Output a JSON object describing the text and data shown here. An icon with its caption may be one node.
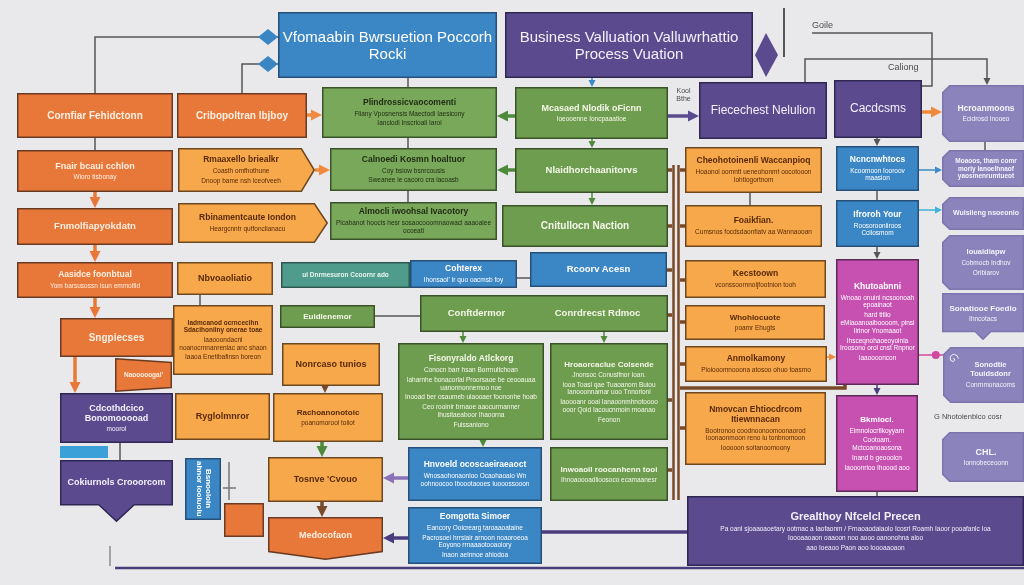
{
  "diagram": {
    "nodes": [
      {
        "text": [
          "Vfomaabin Bwrsuetion Poccorh Rocki"
        ]
      },
      {
        "text": [
          "Business Valluation Valluwrhattio Process Vuation"
        ]
      },
      {
        "text": [
          "Cornfiar Fehidctonn"
        ]
      },
      {
        "text": [
          "Cribopoltran Ibjboy"
        ]
      },
      {
        "text": [
          "Plindrossicvaocomenti",
          "Fliany Vposnensis Maectodi Iaesicony",
          "Ianciodi Inscrioali Iaroi"
        ]
      },
      {
        "text": [
          "Mcasaed Nlodik oFicnn",
          "Ioeooenne Ioncpaaatioe"
        ]
      },
      {
        "text": [
          "Fiecechest Nelulion"
        ]
      },
      {
        "text": [
          "Cacdcsms"
        ]
      },
      {
        "text": [
          "Hcroanmoons",
          "Ecidrosd Inooeo"
        ]
      },
      {
        "text": [
          "Fnair bcaui cchlon",
          "Wioro tisbonay"
        ]
      },
      {
        "text": [
          "Rmaaxello briealkr",
          "Coasth omfhothune",
          "Dnoop bame nsh Iceofveeh"
        ]
      },
      {
        "text": [
          "Calnoedi Kosmn hoaltuor",
          "Coy bsiow bsnrcousis",
          "Sweanee ie cacoro cra lacoasb"
        ]
      },
      {
        "text": [
          "Nlaidhorchaanitorvs"
        ]
      },
      {
        "text": [
          "Cheohotoinenli Waccanpioq",
          "Hoaonol oomntt ueneohonmt oocotooon Iohtiogortnom"
        ]
      },
      {
        "text": [
          "Ncncnwhtocs",
          "Kcoomoon Iooroov maasion"
        ]
      },
      {
        "text": [
          "Moaoos, tham comr moriy Ianoelhnaof yaosmenrumtueot"
        ]
      },
      {
        "text": [
          "Fnmolfiapyokdatn"
        ]
      },
      {
        "text": [
          "Rbinamentcaute Iondon",
          "Heargcnntr qutfonclianacu"
        ]
      },
      {
        "text": [
          "Almocli iwoohsal Ivacotory",
          "Plcabanot hoocis hesr sosaocooomnaowacl aaaoalee ocoeatl"
        ]
      },
      {
        "text": [
          "Cnitullocn Naction"
        ]
      },
      {
        "text": [
          "Foaikfian.",
          "Cumsnos focdsdaonfiatv aa Wannaooan"
        ]
      },
      {
        "text": [
          "Ifroroh Your",
          "Roosorooniiroos Ccilosmom"
        ]
      },
      {
        "text": [
          "Wuisiieng nsoeonio"
        ]
      },
      {
        "text": [
          "Aasidce foonbtual",
          "Yom barsusossn Isun emmolfid"
        ]
      },
      {
        "text": [
          "Nbvoaoliatio"
        ]
      },
      {
        "text": [
          "ui Dnrmesuron Ccoornr ado"
        ]
      },
      {
        "text": [
          "Cohterex",
          "Ihonsaol' Ir quo oacmsb foy"
        ]
      },
      {
        "text": [
          "Rcoorv Acesn"
        ]
      },
      {
        "text": [
          "Kecstoown",
          "vconssoornnoijfootnion tooh"
        ]
      },
      {
        "text": [
          "Khutoabnni",
          "Wnoao onuinl ncsoonoah epoainaot",
          "hard titiio eMiaoanoaiboooom, pinsi Iirinor Ynomaaot",
          "Ihsceqnohaoeoyoinia Iroosono orol cnst Rnpnor",
          "Iaaooooncon"
        ]
      },
      {
        "text": [
          "Iouaidiapw",
          "Cobmocb Indhov",
          "Oribiarov"
        ]
      },
      {
        "text": [
          "Sngpiecses"
        ]
      },
      {
        "text": [
          "Iadmcanod ocrnceclhn Sdacihoniiny onerae toae",
          "Iaaooondacnl noanocrnnanrenlac anc shaon",
          "Iaaoa Enetibafinsn boreon"
        ]
      },
      {
        "text": [
          "Naooooogai'"
        ]
      },
      {
        "text": [
          "Euidlenemor"
        ]
      },
      {
        "text": [
          "Conftdermor",
          "Conrdrecst Rdmoc"
        ]
      },
      {
        "text": [
          "Nonrcaso tunios"
        ]
      },
      {
        "text": [
          "Fisonyraldo Atlckorg",
          "Conocn barr hsan Borrnultchoan",
          "Iaharnhe bonacorlal Proorsaoe be ceooauaa uanonnonnemoo noe",
          "Inooad ber osaumeb ulaooaer foononhe hoab",
          "Ceo rooinir brnaoe aaocurmanner Ihusitaeaboor Ihaoorna",
          "Fuissaniono"
        ]
      },
      {
        "text": [
          "Hroaorcaclue Colsende",
          "Jnonsoc Conuslfnor Ioan.",
          "Iooa Toasl qae Tuaoanom Buiou Ianooonnamar uoo Tnnorioni",
          "Iaoooanr ooai Ianaoonmhnotoooo ooor Qoid Iacoucnmoin rnoanao",
          "Feonon"
        ]
      },
      {
        "text": [
          "Whohlocuote",
          "poamr Ehugts"
        ]
      },
      {
        "text": [
          "Anmolkamony",
          "Pioiooomnooona atosoo ohuo toasmo"
        ]
      },
      {
        "text": [
          "Sonatiooe Foedlo",
          "Ihncotacs"
        ]
      },
      {
        "text": [
          "Sonodtie Touidsdonr",
          "Conrnmonacoms"
        ]
      },
      {
        "text": [
          "Cdcothdcico Bonomooooad",
          "moorol"
        ]
      },
      {
        "text": [
          "Ryglolmnror"
        ]
      },
      {
        "text": [
          "Rachoanonotoic",
          "poanomorooi toiiot"
        ]
      },
      {
        "text": [
          "Nmovcan Ehtiocdrcom Itiewnnacan",
          "Bootronoo coodnoonoomoonaorod Ioonaonmoon reno iu tonbnomoon",
          "Iooooon soitanoomoony"
        ]
      },
      {
        "text": [
          "Bkmioci.",
          "Eimnoiocrtlkoyyarn",
          "Cootoam. Mctcoanoaosona",
          "Inand b geooolcn",
          "Iaooonrioo Ihoood aoo"
        ]
      },
      {
        "text": [
          "CHL.",
          "Ionnobeceoonn"
        ]
      },
      {
        "text": [
          "Cokiurnols Crooorcom"
        ]
      },
      {
        "text": [
          "Bsnooloin ahnor Iooiuoiu"
        ]
      },
      {
        "text": [],
        "shape": "box"
      },
      {
        "text": [
          "Tosnve 'Cvouo"
        ]
      },
      {
        "text": [
          "Hnvoeld ocoscaeiraeaoct",
          "Wnosaohonaonioo Ocaohaoaio Wn oohnoocoo Iboootaooes Iuooossooon"
        ]
      },
      {
        "text": [
          "Inwoaoil roocanhenn tooi",
          "Ihnoaoooadlioosoco ecamaanesr"
        ]
      },
      {
        "text": [
          "Medocofaon"
        ]
      },
      {
        "text": [
          "Eomgotta Simoer",
          "Eancory Ooicrearg taroaaoataine",
          "Pacrosoei hrrsiair arnoon noaoroeoa Eoyono rrnaaaotooaoiory",
          "Inaon aelnnoe ahiodoa"
        ]
      },
      {
        "text": [
          "Grealthoy Nfcelcl Precen",
          "Pa oanl sjoaaoaoetary ootmac a Iaofaonm / Frnaoaodaiaolo Icosrl Roamh Iaoor pooafanlc Ioa",
          "Ioooaaoaon oaaoon noo aooo oanonohna aloo",
          "aao Ioeaoo Paon aoo Ioooaaoaon"
        ]
      },
      {
        "text": [
          "Goile"
        ]
      },
      {
        "text": [],
        "shape": "bar"
      }
    ],
    "edges": [
      {
        "from": 2,
        "to": 0,
        "arrow": "other"
      },
      {
        "from": 3,
        "to": 0,
        "arrow": "other"
      },
      {
        "from": 3,
        "to": 4,
        "arrow": "to",
        "style": "thick",
        "color": "#f08a3c"
      },
      {
        "from": 5,
        "to": 4,
        "arrow": "to",
        "style": "thick",
        "color": "#4f8a3b"
      },
      {
        "from": 5,
        "to": 6,
        "arrow": "to",
        "style": "thick",
        "color": "#5b4b8e",
        "label": "Kool Bthe"
      },
      {
        "from": 1,
        "to": 5,
        "arrow": "to",
        "color": "#3d8ac8"
      },
      {
        "from": 0,
        "to": 4,
        "arrow": "none"
      },
      {
        "from": 7,
        "to": 8,
        "arrow": "to",
        "style": "thick",
        "color": "#f08a3c"
      },
      {
        "from": 6,
        "to": 8,
        "arrow": "to"
      },
      {
        "from": 58,
        "to": 7,
        "arrow": "none"
      },
      {
        "from": 2,
        "to": 9,
        "arrow": "none"
      },
      {
        "from": 9,
        "to": 16,
        "arrow": "to",
        "style": "thick",
        "color": "#e8783a"
      },
      {
        "from": 16,
        "to": 23,
        "arrow": "to",
        "style": "thick",
        "color": "#e8783a"
      },
      {
        "from": 23,
        "to": 31,
        "arrow": "to",
        "style": "thick",
        "color": "#e8783a"
      },
      {
        "from": 31,
        "to": 43,
        "arrow": "to",
        "style": "thick",
        "color": "#e8783a"
      },
      {
        "from": 43,
        "to": 49,
        "arrow": "none"
      },
      {
        "from": 10,
        "to": 11,
        "arrow": "to",
        "style": "thick",
        "color": "#f08a3c"
      },
      {
        "from": 4,
        "to": 11,
        "arrow": "none"
      },
      {
        "from": 12,
        "to": 11,
        "arrow": "to",
        "style": "thick",
        "color": "#4f8a3b"
      },
      {
        "from": 5,
        "to": 12,
        "arrow": "to",
        "color": "#4f8a3b"
      },
      {
        "from": 11,
        "to": 18,
        "arrow": "none"
      },
      {
        "from": 12,
        "to": 19,
        "arrow": "to",
        "color": "#4f8a3b"
      },
      {
        "from": 13,
        "to": 20,
        "arrow": "none"
      },
      {
        "from": 7,
        "to": 14,
        "arrow": "to"
      },
      {
        "from": 14,
        "to": 21,
        "arrow": "none"
      },
      {
        "from": 21,
        "to": 29,
        "arrow": "to"
      },
      {
        "from": 14,
        "to": 15,
        "arrow": "to",
        "color": "#3d8ac8"
      },
      {
        "from": 21,
        "to": 22,
        "arrow": "to",
        "color": "#3fb3d6"
      },
      {
        "from": 8,
        "to": 15,
        "arrow": "none"
      },
      {
        "from": 24,
        "to": 32,
        "arrow": "none"
      },
      {
        "from": 26,
        "to": 27,
        "arrow": "none"
      },
      {
        "from": 34,
        "to": 35,
        "arrow": "none"
      },
      {
        "from": 35,
        "to": 37,
        "arrow": "to",
        "color": "#4f8a3b"
      },
      {
        "from": 35,
        "to": 38,
        "arrow": "to",
        "color": "#4f8a3b"
      },
      {
        "from": 37,
        "to": 53,
        "arrow": "to",
        "color": "#4f8a3b"
      },
      {
        "from": 36,
        "to": 45,
        "arrow": "to",
        "color": "#7a4a2a"
      },
      {
        "from": 45,
        "to": 52,
        "arrow": "to",
        "style": "thick",
        "color": "#4f8a3b"
      },
      {
        "from": 52,
        "to": 55,
        "arrow": "to",
        "style": "thick",
        "color": "#7a4a2a"
      },
      {
        "from": 53,
        "to": 52,
        "arrow": "to",
        "style": "thick",
        "color": "#8a72b8"
      },
      {
        "from": 56,
        "to": 55,
        "arrow": "to",
        "style": "thick",
        "color": "#4a3c7e"
      },
      {
        "from": 56,
        "to": 57,
        "arrow": "none",
        "style": "thick",
        "color": "#4a3c7e"
      },
      {
        "from": 40,
        "to": 29,
        "arrow": "to",
        "color": "#f08a3c"
      },
      {
        "from": 29,
        "to": 47,
        "arrow": "to",
        "color": "#4a3c7e"
      },
      {
        "from": 47,
        "to": 57,
        "arrow": "none"
      },
      {
        "from": 29,
        "to": 42,
        "arrow": "other",
        "color": "#d14aa0"
      },
      {
        "from": 59,
        "to": 12,
        "arrow": "none",
        "style": "thick",
        "color": "#7a4a28"
      },
      {
        "from": 59,
        "to": 13,
        "arrow": "none",
        "style": "thick",
        "color": "#7a4a28"
      },
      {
        "from": 59,
        "to": 19,
        "arrow": "none",
        "style": "thick",
        "color": "#7a4a28"
      },
      {
        "from": 59,
        "to": 20,
        "arrow": "none",
        "style": "thick",
        "color": "#7a4a28"
      },
      {
        "from": 59,
        "to": 27,
        "arrow": "none",
        "style": "thick",
        "color": "#7a4a28"
      },
      {
        "from": 59,
        "to": 28,
        "arrow": "none",
        "style": "thick",
        "color": "#7a4a28"
      },
      {
        "from": 59,
        "to": 35,
        "arrow": "none",
        "style": "thick",
        "color": "#7a4a28"
      },
      {
        "from": 59,
        "to": 39,
        "arrow": "none",
        "style": "thick",
        "color": "#7a4a28"
      },
      {
        "from": 59,
        "to": 40,
        "arrow": "none",
        "style": "thick",
        "color": "#7a4a28"
      },
      {
        "from": 59,
        "to": 46,
        "arrow": "none",
        "style": "thick",
        "color": "#7a4a28"
      },
      {
        "from": 59,
        "to": 54,
        "arrow": "none",
        "style": "thick",
        "color": "#7a4a28"
      },
      {
        "from": 59,
        "to": 29,
        "arrow": "none",
        "style": "thick",
        "color": "#7a4a28"
      },
      {
        "from": 59,
        "to": 38,
        "arrow": "none",
        "style": "thick",
        "color": "#7a4a28"
      }
    ],
    "labels": [
      "Caliong",
      "G Nhotoienbico cosr"
    ]
  }
}
